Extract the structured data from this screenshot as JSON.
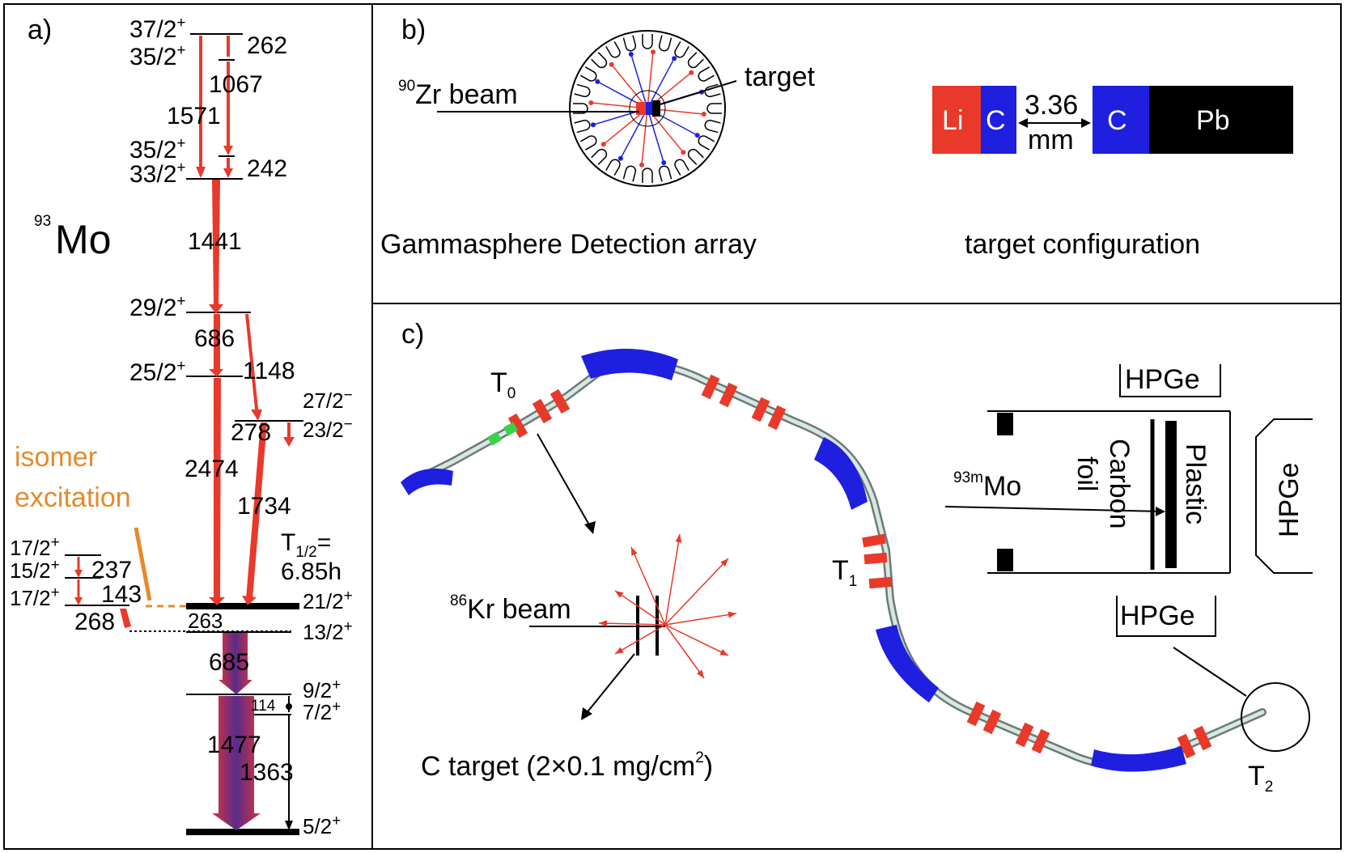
{
  "panel_a": {
    "label": "a)",
    "nucleus_mass": "93",
    "nucleus_symbol": "Mo",
    "isomer_line1": "isomer",
    "isomer_line2": "excitation",
    "halflife_line1": "T",
    "halflife_sub": "1/2",
    "halflife_eq": "=",
    "halflife_line2": "6.85h",
    "levels_left": [
      {
        "spin": "37/2",
        "parity": "+"
      },
      {
        "spin": "35/2",
        "parity": "+"
      },
      {
        "spin": "35/2",
        "parity": "+"
      },
      {
        "spin": "33/2",
        "parity": "+"
      },
      {
        "spin": "29/2",
        "parity": "+"
      },
      {
        "spin": "25/2",
        "parity": "+"
      },
      {
        "spin": "17/2",
        "parity": "+"
      },
      {
        "spin": "15/2",
        "parity": "+"
      },
      {
        "spin": "17/2",
        "parity": "+"
      }
    ],
    "levels_right": [
      {
        "spin": "27/2",
        "parity": "−"
      },
      {
        "spin": "23/2",
        "parity": "−"
      },
      {
        "spin": "21/2",
        "parity": "+"
      },
      {
        "spin": "13/2",
        "parity": "+"
      },
      {
        "spin": "9/2",
        "parity": "+"
      },
      {
        "spin": "7/2",
        "parity": "+"
      },
      {
        "spin": "5/2",
        "parity": "+"
      }
    ],
    "transitions": [
      "262",
      "1067",
      "1571",
      "242",
      "1441",
      "686",
      "1148",
      "278",
      "2474",
      "1734",
      "237",
      "143",
      "268",
      "263",
      "685",
      "114",
      "1477",
      "1363"
    ]
  },
  "panel_b": {
    "label": "b)",
    "beam_mass": "90",
    "beam_text": "Zr beam",
    "target_text": "target",
    "array_caption": "Gammasphere Detection array",
    "config_caption": "target configuration",
    "layers": [
      "Li",
      "C",
      "C",
      "Pb"
    ],
    "gap_value": "3.36",
    "gap_unit": "mm"
  },
  "panel_c": {
    "label": "c)",
    "t0": "T",
    "t0_sub": "0",
    "t1": "T",
    "t1_sub": "1",
    "t2": "T",
    "t2_sub": "2",
    "kr_mass": "86",
    "kr_text": "Kr beam",
    "c_target_text": "C target (2×0.1 mg/cm",
    "c_target_sup": "2",
    "c_target_close": ")",
    "hpge_labels": [
      "HPGe",
      "HPGe",
      "HPGe"
    ],
    "mo_mass": "93m",
    "mo_text": "Mo",
    "carbon_line1": "Carbon",
    "carbon_line2": "foil",
    "plastic_text": "Plastic"
  },
  "colors": {
    "red": "#e8392a",
    "blue": "#1f1fe0",
    "orange": "#e58a2e",
    "purple": "#4a2a8a"
  }
}
